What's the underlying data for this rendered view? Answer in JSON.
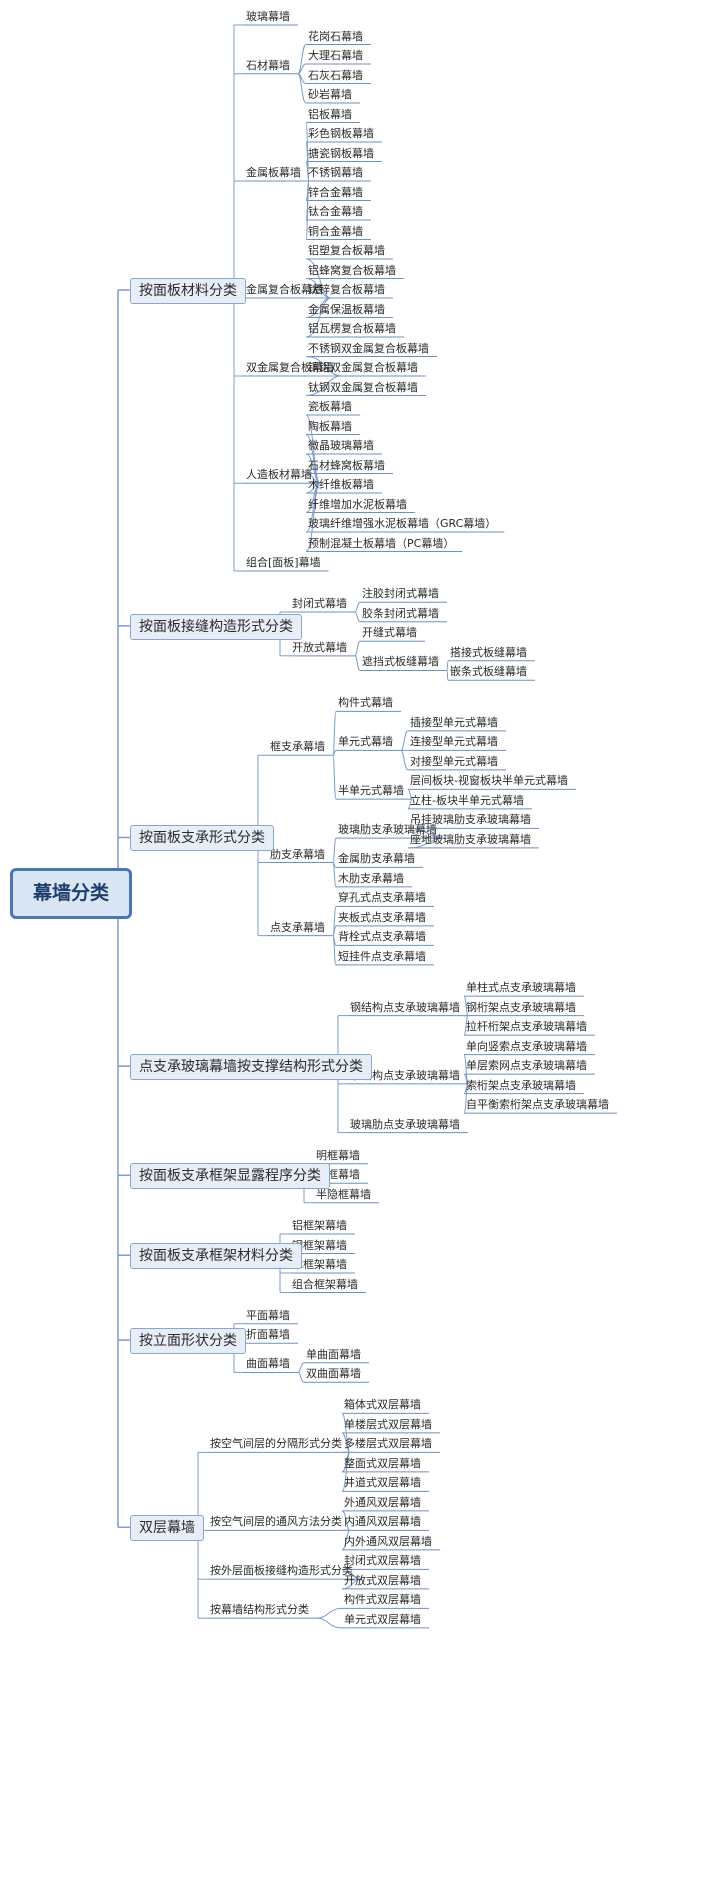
{
  "mindmap": {
    "root": "幕墙分类",
    "categories": [
      {
        "label": "按面板材料分类",
        "children": [
          {
            "label": "玻璃幕墙"
          },
          {
            "label": "石材幕墙",
            "children": [
              {
                "label": "花岗石幕墙"
              },
              {
                "label": "大理石幕墙"
              },
              {
                "label": "石灰石幕墙"
              },
              {
                "label": "砂岩幕墙"
              }
            ]
          },
          {
            "label": "金属板幕墙",
            "children": [
              {
                "label": "铝板幕墙"
              },
              {
                "label": "彩色钢板幕墙"
              },
              {
                "label": "搪瓷钢板幕墙"
              },
              {
                "label": "不锈钢幕墙"
              },
              {
                "label": "锌合金幕墙"
              },
              {
                "label": "钛合金幕墙"
              },
              {
                "label": "铜合金幕墙"
              }
            ]
          },
          {
            "label": "金属复合板幕墙",
            "children": [
              {
                "label": "铝塑复合板幕墙"
              },
              {
                "label": "铝蜂窝复合板幕墙"
              },
              {
                "label": "钛锌复合板幕墙"
              },
              {
                "label": "金属保温板幕墙"
              },
              {
                "label": "铝瓦楞复合板幕墙"
              }
            ]
          },
          {
            "label": "双金属复合板幕墙",
            "children": [
              {
                "label": "不锈钢双金属复合板幕墙"
              },
              {
                "label": "铜铝双金属复合板幕墙"
              },
              {
                "label": "钛钢双金属复合板幕墙"
              }
            ]
          },
          {
            "label": "人造板材幕墙",
            "children": [
              {
                "label": "瓷板幕墙"
              },
              {
                "label": "陶板幕墙"
              },
              {
                "label": "微晶玻璃幕墙"
              },
              {
                "label": "石材蜂窝板幕墙"
              },
              {
                "label": "木纤维板幕墙"
              },
              {
                "label": "纤维增加水泥板幕墙"
              },
              {
                "label": "玻璃纤维增强水泥板幕墙（GRC幕墙）"
              },
              {
                "label": "预制混凝土板幕墙（PC幕墙）"
              }
            ]
          },
          {
            "label": "组合[面板]幕墙"
          }
        ]
      },
      {
        "label": "按面板接缝构造形式分类",
        "children": [
          {
            "label": "封闭式幕墙",
            "children": [
              {
                "label": "注胶封闭式幕墙"
              },
              {
                "label": "胶条封闭式幕墙"
              }
            ]
          },
          {
            "label": "开放式幕墙",
            "children": [
              {
                "label": "开缝式幕墙"
              },
              {
                "label": "遮挡式板缝幕墙",
                "children": [
                  {
                    "label": "搭接式板缝幕墙"
                  },
                  {
                    "label": "嵌条式板缝幕墙"
                  }
                ]
              }
            ]
          }
        ]
      },
      {
        "label": "按面板支承形式分类",
        "children": [
          {
            "label": "框支承幕墙",
            "children": [
              {
                "label": "构件式幕墙"
              },
              {
                "label": "单元式幕墙",
                "children": [
                  {
                    "label": "插接型单元式幕墙"
                  },
                  {
                    "label": "连接型单元式幕墙"
                  },
                  {
                    "label": "对接型单元式幕墙"
                  }
                ]
              },
              {
                "label": "半单元式幕墙",
                "children": [
                  {
                    "label": "层间板块-视窗板块半单元式幕墙"
                  },
                  {
                    "label": "立柱-板块半单元式幕墙"
                  }
                ]
              }
            ]
          },
          {
            "label": "肋支承幕墙",
            "children": [
              {
                "label": "玻璃肋支承玻璃幕墙",
                "children": [
                  {
                    "label": "吊挂玻璃肋支承玻璃幕墙"
                  },
                  {
                    "label": "座地玻璃肋支承玻璃幕墙"
                  }
                ]
              },
              {
                "label": "金属肋支承幕墙"
              },
              {
                "label": "木肋支承幕墙"
              }
            ]
          },
          {
            "label": "点支承幕墙",
            "children": [
              {
                "label": "穿孔式点支承幕墙"
              },
              {
                "label": "夹板式点支承幕墙"
              },
              {
                "label": "背栓式点支承幕墙"
              },
              {
                "label": "短挂件点支承幕墙"
              }
            ]
          }
        ]
      },
      {
        "label": "点支承玻璃幕墙按支撑结构形式分类",
        "children": [
          {
            "label": "钢结构点支承玻璃幕墙",
            "children": [
              {
                "label": "单柱式点支承玻璃幕墙"
              },
              {
                "label": "钢桁架点支承玻璃幕墙"
              },
              {
                "label": "拉杆桁架点支承玻璃幕墙"
              }
            ]
          },
          {
            "label": "索结构点支承玻璃幕墙",
            "children": [
              {
                "label": "单向竖索点支承玻璃幕墙"
              },
              {
                "label": "单层索网点支承玻璃幕墙"
              },
              {
                "label": "索桁架点支承玻璃幕墙"
              },
              {
                "label": "自平衡索桁架点支承玻璃幕墙"
              }
            ]
          },
          {
            "label": "玻璃肋点支承玻璃幕墙"
          }
        ]
      },
      {
        "label": "按面板支承框架显露程序分类",
        "children": [
          {
            "label": "明框幕墙"
          },
          {
            "label": "隐框幕墙"
          },
          {
            "label": "半隐框幕墙"
          }
        ]
      },
      {
        "label": "按面板支承框架材料分类",
        "children": [
          {
            "label": "铝框架幕墙"
          },
          {
            "label": "钢框架幕墙"
          },
          {
            "label": "木框架幕墙"
          },
          {
            "label": "组合框架幕墙"
          }
        ]
      },
      {
        "label": "按立面形状分类",
        "children": [
          {
            "label": "平面幕墙"
          },
          {
            "label": "折面幕墙"
          },
          {
            "label": "曲面幕墙",
            "children": [
              {
                "label": "单曲面幕墙"
              },
              {
                "label": "双曲面幕墙"
              }
            ]
          }
        ]
      },
      {
        "label": "双层幕墙",
        "children": [
          {
            "label": "按空气间层的分隔形式分类",
            "children": [
              {
                "label": "箱体式双层幕墙"
              },
              {
                "label": "单楼层式双层幕墙"
              },
              {
                "label": "多楼层式双层幕墙"
              },
              {
                "label": "整面式双层幕墙"
              },
              {
                "label": "井道式双层幕墙"
              }
            ]
          },
          {
            "label": "按空气间层的通风方法分类",
            "children": [
              {
                "label": "外通风双层幕墙"
              },
              {
                "label": "内通风双层幕墙"
              },
              {
                "label": "内外通风双层幕墙"
              }
            ]
          },
          {
            "label": "按外层面板接缝构造形式分类",
            "children": [
              {
                "label": "封闭式双层幕墙"
              },
              {
                "label": "开放式双层幕墙"
              }
            ]
          },
          {
            "label": "按幕墙结构形式分类",
            "children": [
              {
                "label": "构件式双层幕墙"
              },
              {
                "label": "单元式双层幕墙"
              }
            ]
          }
        ]
      }
    ],
    "colors": {
      "line": "#7d9cc9",
      "root_fill": "#dbe6f5",
      "root_border": "#4a76b6",
      "category_fill": "#e8eef8",
      "category_border": "#8aa6cf",
      "underline": "#6f8fbf"
    }
  }
}
